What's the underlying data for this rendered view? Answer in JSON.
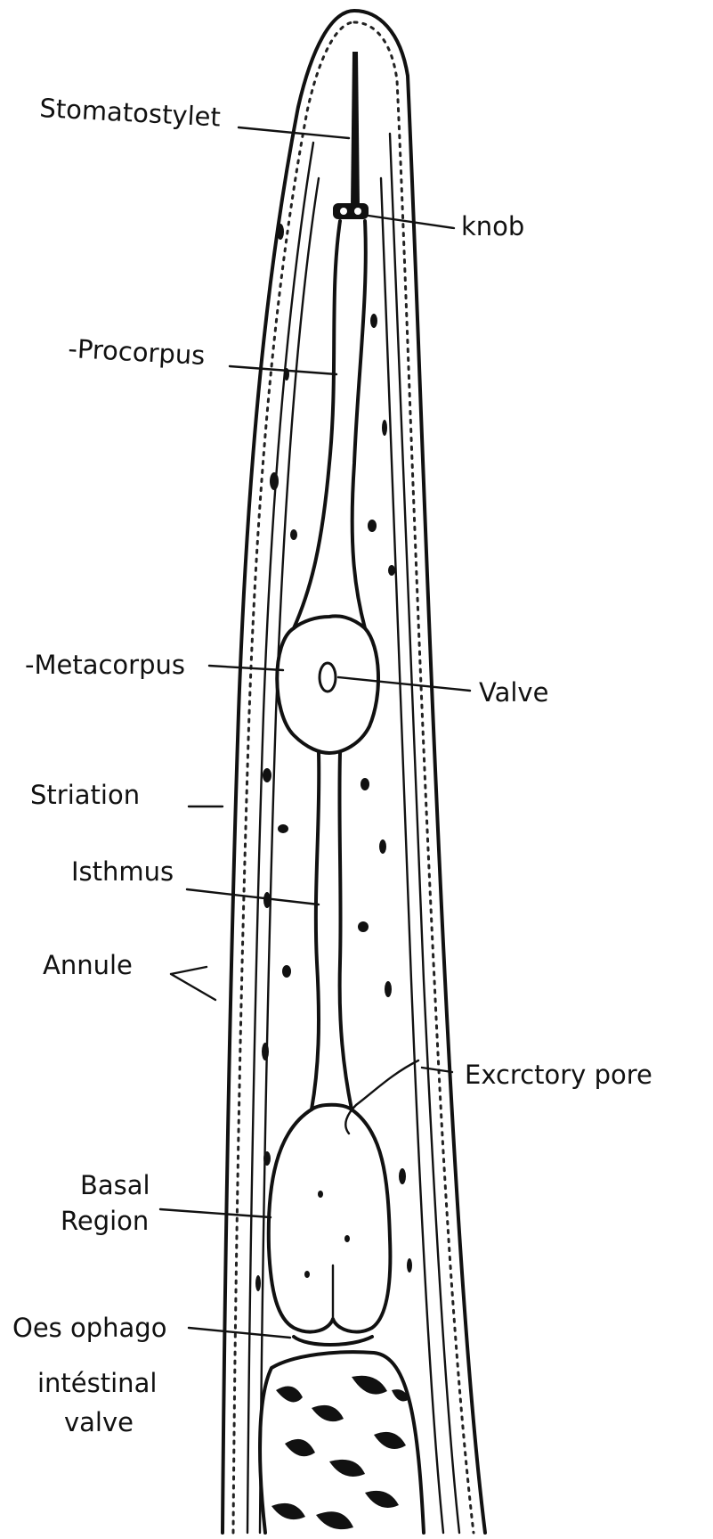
{
  "labels": {
    "stomatostylet": "Stomatostylet",
    "knob": "knob",
    "procorpus": "-Procorpus",
    "metacorpus": "-Metacorpus",
    "valve": "Valve",
    "striation": "Striation",
    "isthmus": "Isthmus",
    "annule": "Annule",
    "excretory_pore": "Excrctory pore",
    "basal_region": [
      "Basal",
      "Region"
    ],
    "oesophago_intestinal_valve": [
      "Oes ophago",
      "intéstinal",
      "valve"
    ]
  },
  "colors": {
    "ink": "#111111",
    "background": "#ffffff"
  }
}
